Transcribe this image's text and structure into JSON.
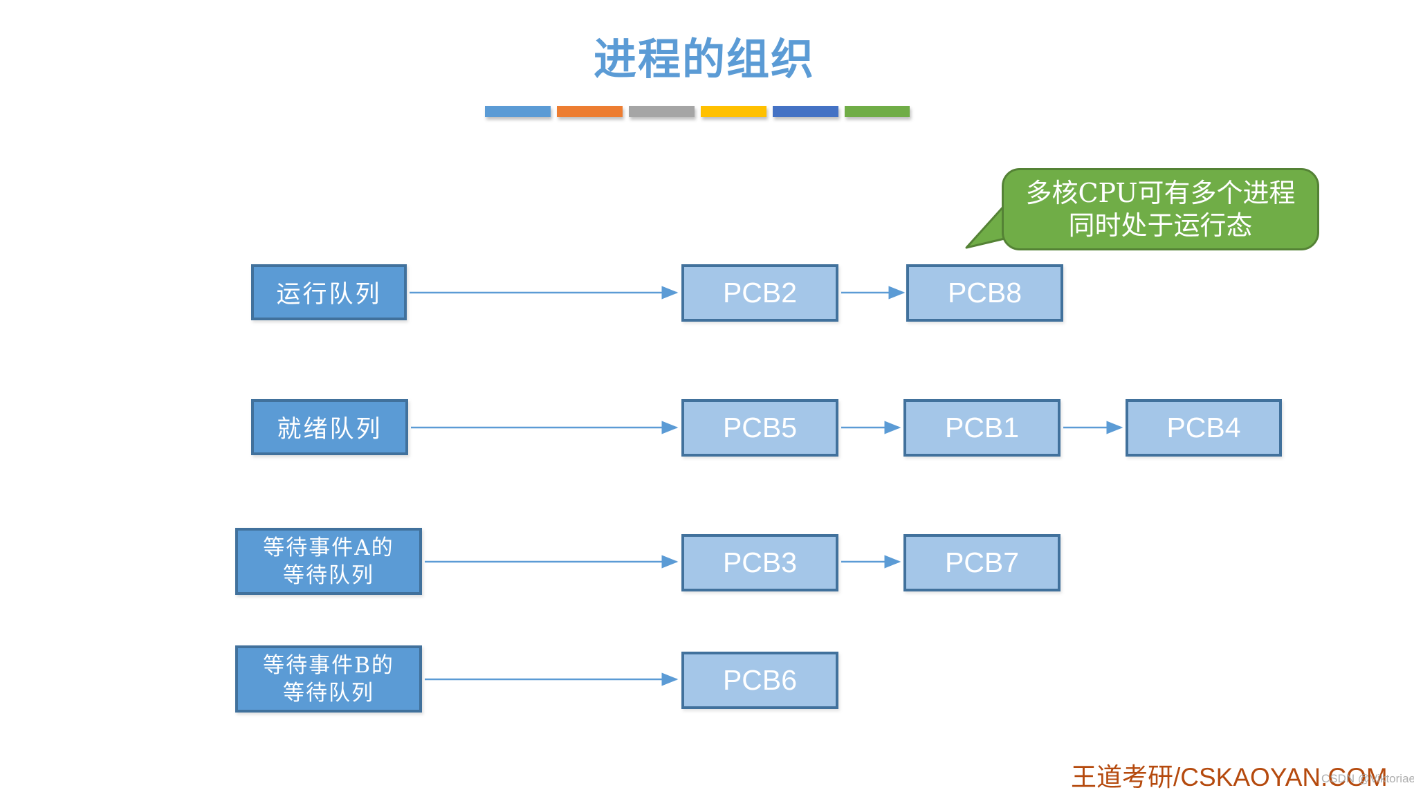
{
  "title": "进程的组织",
  "accent_bars": {
    "colors": [
      "#5B9BD5",
      "#ED7D31",
      "#A5A5A5",
      "#FFC000",
      "#4472C4",
      "#70AD47"
    ]
  },
  "callout": {
    "line1": "多核CPU可有多个进程",
    "line2": "同时处于运行态",
    "fill": "#70AD47",
    "border": "#548235"
  },
  "diagram": {
    "rows": [
      {
        "queue": "运行队列",
        "pcbs": [
          "PCB2",
          "PCB8"
        ]
      },
      {
        "queue": "就绪队列",
        "pcbs": [
          "PCB5",
          "PCB1",
          "PCB4"
        ]
      },
      {
        "queue_line1": "等待事件A的",
        "queue_line2": "等待队列",
        "pcbs": [
          "PCB3",
          "PCB7"
        ]
      },
      {
        "queue_line1": "等待事件B的",
        "queue_line2": "等待队列",
        "pcbs": [
          "PCB6"
        ]
      }
    ],
    "colors": {
      "queue_fill": "#5B9BD5",
      "queue_border": "#41719C",
      "pcb_fill": "#A4C6E8",
      "pcb_border": "#41719C",
      "arrow": "#5B9BD5",
      "title": "#5B9BD5"
    }
  },
  "watermark": {
    "brand": "王道考研/CSKAOYAN.COM",
    "csdn": "CSDN @Viktoriae"
  }
}
